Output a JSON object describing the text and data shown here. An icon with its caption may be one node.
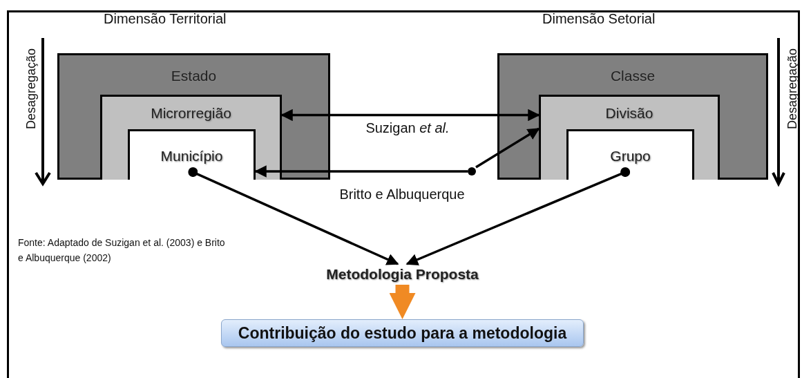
{
  "diagram": {
    "nodes": [
      {
        "text": [
          "Estado"
        ]
      },
      {
        "text": [
          "Microrregião"
        ],
        "in": 0
      },
      {
        "text": [
          "Município"
        ],
        "in": 1
      },
      {
        "text": [
          "Classe"
        ]
      },
      {
        "text": [
          "Divisão"
        ],
        "in": 3
      },
      {
        "text": [
          "Grupo"
        ],
        "in": 4
      },
      {
        "text": [],
        "shape": "circle"
      },
      {
        "text": [
          "Metodologia Proposta"
        ]
      },
      {
        "text": [
          "Contribuição do estudo para a metodologia"
        ]
      }
    ],
    "edges": [
      {
        "from": 1,
        "to": 4,
        "arrow": "both",
        "label": "Suzigan *et al.*"
      },
      {
        "from": 6,
        "to": 2,
        "arrow": "to",
        "label": "Britto e Albuquerque"
      },
      {
        "from": 6,
        "to": 4,
        "arrow": "to"
      },
      {
        "from": 2,
        "to": 7,
        "arrow": "to"
      },
      {
        "from": 5,
        "to": 7,
        "arrow": "to"
      },
      {
        "from": 7,
        "to": 8,
        "arrow": "to",
        "style": "thick",
        "color": "#f08a24"
      }
    ],
    "labels": [
      "Dimensão Territorial",
      "Dimensão Setorial",
      "Desagregação",
      "Desagregação",
      "Fonte: Adaptado de Suzigan et al. (2003) e Brito e Albuquerque (2002)"
    ]
  }
}
